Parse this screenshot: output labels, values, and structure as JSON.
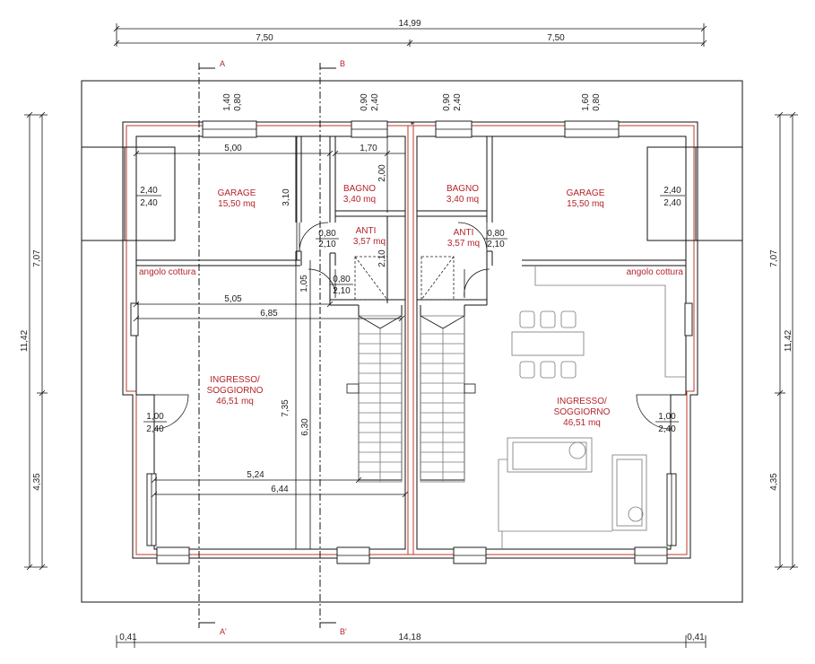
{
  "sections": {
    "a": "A",
    "b": "B",
    "a_prime": "A'",
    "b_prime": "B'"
  },
  "dims": {
    "overall_top": "14,99",
    "half_left": "7,50",
    "half_right": "7,50",
    "overall_bottom": "14,18",
    "edge_left": "0,41",
    "edge_right": "0,41",
    "left_height_total": "11,42",
    "left_upper": "7,07",
    "left_lower": "4,35",
    "right_height_total": "11,42",
    "right_upper": "7,07",
    "right_lower": "4,35",
    "garage_width": "5,00",
    "bath_width": "1,70",
    "bath_height": "2,00",
    "garage_depth": "3,10",
    "kitchen_width": "5,05",
    "kitchen_total": "6,85",
    "kitchen_depth": "1,05",
    "anti_depth": "2,10",
    "living_width": "5,24",
    "living_total": "6,44",
    "living_depth": "7,35",
    "living_depth2": "6,30",
    "win_top_l1": "1,40",
    "win_top_l2": "0,80",
    "win_top_b1": "0,90",
    "win_top_b2": "2,40",
    "win_top_b3": "0,90",
    "win_top_b4": "2,40",
    "win_top_r1": "1,60",
    "win_top_r2": "0,80",
    "garage_door_l_1": "2,40",
    "garage_door_l_2": "2,40",
    "garage_door_r_1": "2,40",
    "garage_door_r_2": "2,40",
    "door_anti_l_1": "0,80",
    "door_anti_l_2": "2,10",
    "door_bath_l_1": "0,80",
    "door_bath_l_2": "2,10",
    "door_anti_r_1": "0,80",
    "door_anti_r_2": "2,10",
    "entry_l_1": "1,00",
    "entry_l_2": "2,40",
    "entry_r_1": "1,00",
    "entry_r_2": "2,40"
  },
  "rooms": {
    "garage_left": "GARAGE",
    "garage_left_area": "15,50 mq",
    "bath_left": "BAGNO",
    "bath_left_area": "3,40 mq",
    "anti_left": "ANTI",
    "anti_left_area": "3,57 mq",
    "kitchen_left": "angolo cottura",
    "living_left_1": "INGRESSO/",
    "living_left_2": "SOGGIORNO",
    "living_left_area": "46,51 mq",
    "garage_right": "GARAGE",
    "garage_right_area": "15,50 mq",
    "bath_right": "BAGNO",
    "bath_right_area": "3,40 mq",
    "anti_right": "ANTI",
    "anti_right_area": "3,57 mq",
    "kitchen_right": "angolo cottura",
    "living_right_1": "INGRESSO/",
    "living_right_2": "SOGGIORNO",
    "living_right_area": "46,51 mq"
  }
}
